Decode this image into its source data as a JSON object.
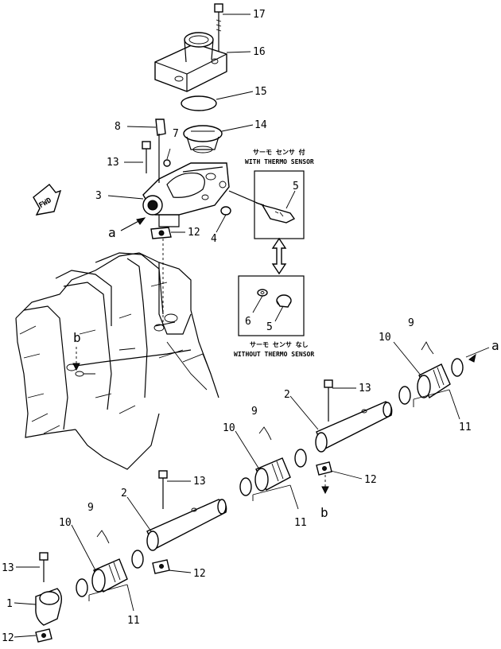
{
  "callouts": {
    "c1": "1",
    "c2a": "2",
    "c2b": "2",
    "c3": "3",
    "c4": "4",
    "c5a": "5",
    "c5b": "5",
    "c6": "6",
    "c7": "7",
    "c8": "8",
    "c9a": "9",
    "c9b": "9",
    "c9c": "9",
    "c10a": "10",
    "c10b": "10",
    "c10c": "10",
    "c11a": "11",
    "c11b": "11",
    "c11c": "11",
    "c12a": "12",
    "c12b": "12",
    "c12c": "12",
    "c12d": "12",
    "c13a": "13",
    "c13b": "13",
    "c13c": "13",
    "c13d": "13",
    "c14": "14",
    "c15": "15",
    "c16": "16",
    "c17": "17"
  },
  "refs": {
    "a1": "a",
    "a2": "a",
    "b1": "b",
    "b2": "b"
  },
  "captions": {
    "with_jp": "サーモ センサ 付",
    "with_en": "WITH THERMO SENSOR",
    "without_jp": "サーモ センサ なし",
    "without_en": "WITHOUT THERMO SENSOR"
  },
  "fwd_label": "FWD"
}
